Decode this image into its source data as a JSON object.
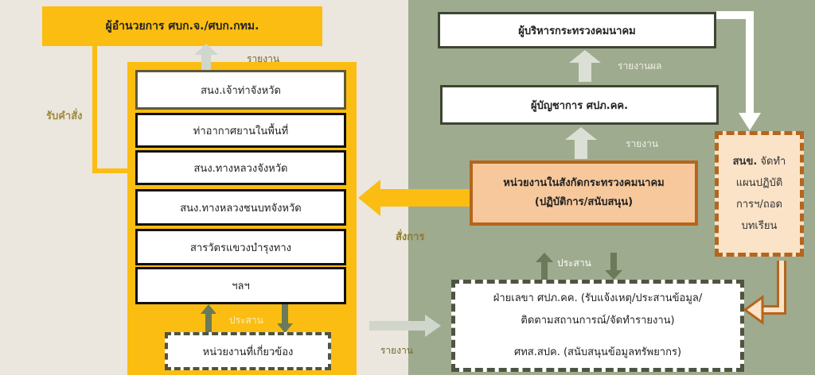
{
  "left": {
    "director": "ผู้อำนวยการ ศบก.จ./ศบก.กทม.",
    "receive_orders": "รับคำสั่ง",
    "report": "รายงาน",
    "units": [
      "สนง.เจ้าท่าจังหวัด",
      "ท่าอากาศยานในพื้นที่",
      "สนง.ทางหลวงจังหวัด",
      "สนง.ทางหลวงชนบทจังหวัด",
      "สารวัตรแขวงบำรุงทาง",
      "ฯลฯ"
    ],
    "coordinate": "ประสาน",
    "related_units": "หน่วยงานที่เกี่ยวข้อง"
  },
  "middle": {
    "command": "สั่งการ",
    "report": "รายงาน"
  },
  "right": {
    "executives": "ผู้บริหารกระทรวงคมนาคม",
    "report_results": "รายงานผล",
    "commander": "ผู้บัญชาการ ศปภ.คค.",
    "report": "รายงาน",
    "agencies_line1": "หน่วยงานในสังกัดกระทรวงคมนาคม",
    "agencies_line2": "(ปฏิบัติการ/สนับสนุน)",
    "coordinate": "ประสาน",
    "plan_bold": "สนข.",
    "plan_lines": [
      "จัดทำ",
      "แผนปฏิบัติ",
      "การฯ/ถอด",
      "บทเรียน"
    ],
    "secretariat_line1": "ฝ่ายเลขา ศปภ.คค. (รับแจ้งเหตุ/ประสานข้อมูล/",
    "secretariat_line2": "ติดตามสถานการณ์/จัดทำรายงาน)",
    "secretariat_line3": "ศทส.สปค. (สนับสนุนข้อมูลทรัพยากร)"
  },
  "colors": {
    "yellow": "#fbbd12",
    "green_bg": "#9fab8f",
    "orange": "#b5651d",
    "peach": "#f7c89b"
  }
}
